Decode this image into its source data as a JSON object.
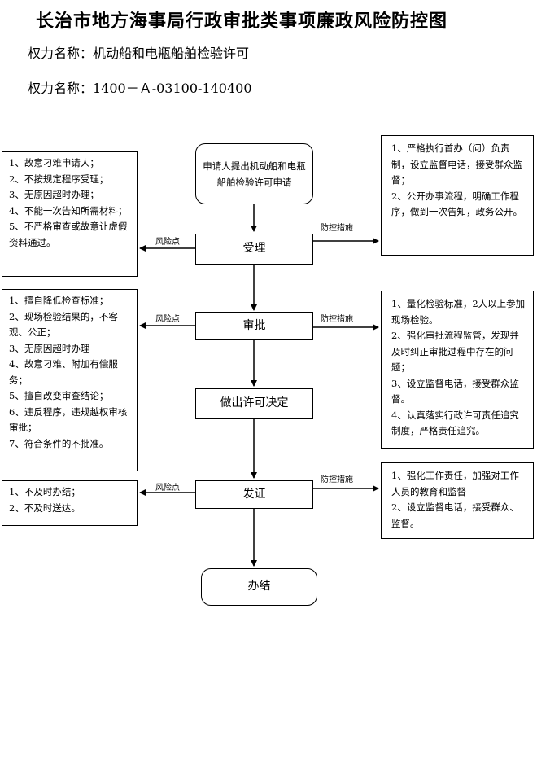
{
  "title": "长治市地方海事局行政审批类事项廉政风险防控图",
  "power_name": "权力名称：机动船和电瓶船舶检验许可",
  "power_code": "权力名称：1400－Ａ-03100-140400",
  "flow": {
    "start": "申请人提出机动船和电瓶船舶检验许可申请",
    "accept": "受理",
    "approve": "审批",
    "decision": "做出许可决定",
    "issue": "发证",
    "end": "办结"
  },
  "labels": {
    "risk": "风险点",
    "control": "防控措施"
  },
  "risk_accept": [
    "1、故意刁难申请人；",
    "2、不按规定程序受理；",
    "3、无原因超时办理；",
    "4、不能一次告知所需材料；",
    "5、不严格审查或故意让虚假资料通过。"
  ],
  "risk_approve": [
    "1、擅自降低检查标准；",
    "2、现场检验结果的，不客观、公正；",
    "3、无原因超时办理",
    "4、故意刁难、附加有偿服务；",
    "5、擅自改变审查结论；",
    "6、违反程序，违规越权审核审批；",
    "7、符合条件的不批准。"
  ],
  "risk_issue": [
    "1、不及时办结；",
    "2、不及时送达。"
  ],
  "control_accept": [
    "1、严格执行首办（问）负责制，设立监督电话，接受群众监督；",
    "2、公开办事流程，明确工作程序，做到一次告知，政务公开。"
  ],
  "control_approve": [
    "1、量化检验标准，2人以上参加现场检验。",
    "2、强化审批流程监管，发现并及时纠正审批过程中存在的问题；",
    "3、设立监督电话，接受群众监督。",
    "4、认真落实行政许可责任追究制度，严格责任追究。"
  ],
  "control_issue": [
    "1、强化工作责任，加强对工作人员的教育和监督",
    "2、设立监督电话，接受群众、监督。"
  ]
}
